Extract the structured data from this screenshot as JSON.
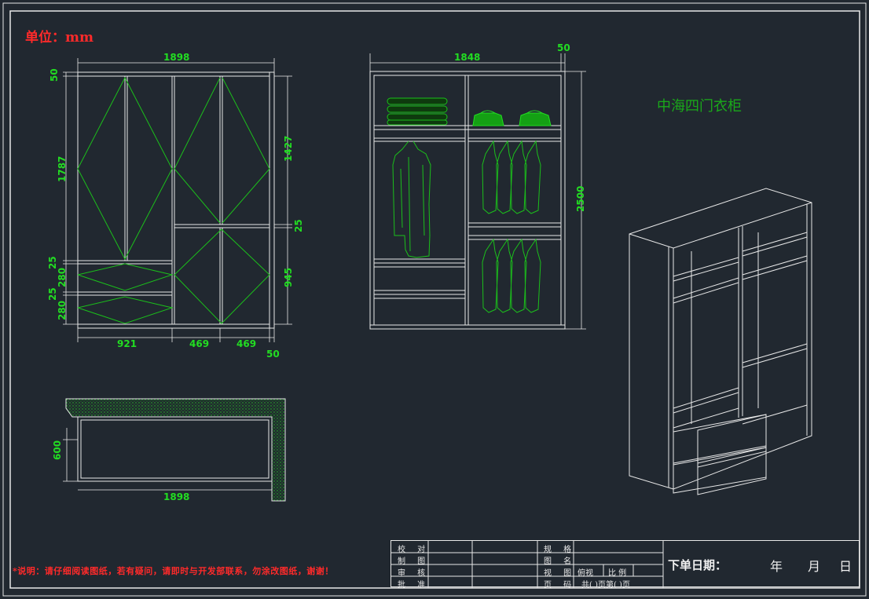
{
  "drawing": {
    "unit_label": "单位：mm",
    "title": "中海四门衣柜",
    "front_view": {
      "width_label": "1898",
      "top_label": "50",
      "height_left_label": "1787",
      "height_right_top_label": "1427",
      "mid_gap_label": "25",
      "height_right_bottom_label": "945",
      "left_dims": [
        "25",
        "280",
        "25",
        "280"
      ],
      "bottom_dims": [
        "921",
        "469",
        "469"
      ],
      "bottom_right_label": "50"
    },
    "interior_view": {
      "width_label": "1848",
      "top_right_label": "50",
      "height_label": "2500"
    },
    "plan_view": {
      "depth_label": "600",
      "width_label": "1898"
    },
    "note": "*说明：请仔细阅读图纸，若有疑问，请即时与开发部联系，勿涂改图纸，谢谢！",
    "title_block": {
      "left_labels": [
        "校 对",
        "制 图",
        "审 核",
        "批 准"
      ],
      "mid_labels": [
        "规 格",
        "图 名",
        "视 图",
        "页 码"
      ],
      "view_value": "俯视",
      "scale_label": "比 例",
      "page_text": "共(  )页第(  )页",
      "order_date_label": "下单日期：",
      "year": "年",
      "month": "月",
      "day": "日"
    }
  },
  "colors": {
    "background": "#212830",
    "line": "#e8e8e8",
    "dimension": "#22dd22",
    "note": "#ff2a2a"
  }
}
